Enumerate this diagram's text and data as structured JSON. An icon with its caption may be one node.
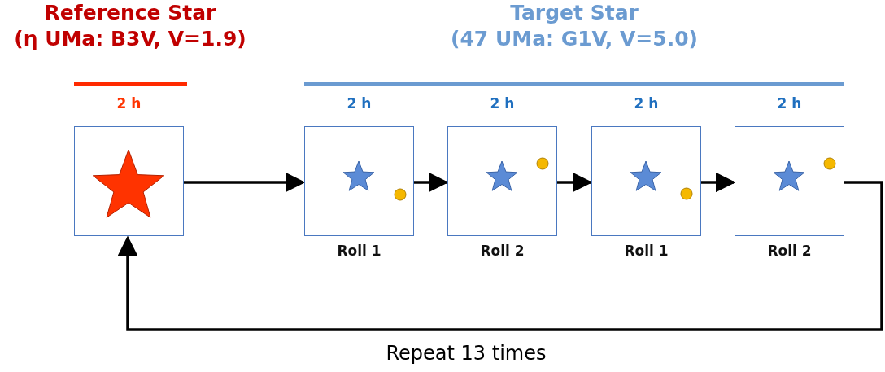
{
  "diagram": {
    "nodes": [
      {
        "text": [],
        "shape": "picture",
        "beside": [
          "2 h"
        ]
      },
      {
        "text": [],
        "shape": "picture",
        "beside": [
          "2 h",
          "Roll 1"
        ]
      },
      {
        "text": [],
        "shape": "picture",
        "beside": [
          "2 h",
          "Roll 2"
        ]
      },
      {
        "text": [],
        "shape": "picture",
        "beside": [
          "2 h",
          "Roll 1"
        ]
      },
      {
        "text": [],
        "shape": "picture",
        "beside": [
          "2 h",
          "Roll 2"
        ]
      }
    ],
    "edges": [
      {
        "from": 0,
        "to": 1,
        "arrow": "to"
      },
      {
        "from": 1,
        "to": 2,
        "arrow": "to"
      },
      {
        "from": 2,
        "to": 3,
        "arrow": "to"
      },
      {
        "from": 3,
        "to": 4,
        "arrow": "to"
      },
      {
        "from": 4,
        "to": 0,
        "arrow": "to",
        "label": "Repeat 13 times"
      }
    ],
    "labels": [
      "Reference Star (η UMa: B3V, V=1.9)",
      "Target Star (47 UMa: G1V, V=5.0)"
    ]
  }
}
